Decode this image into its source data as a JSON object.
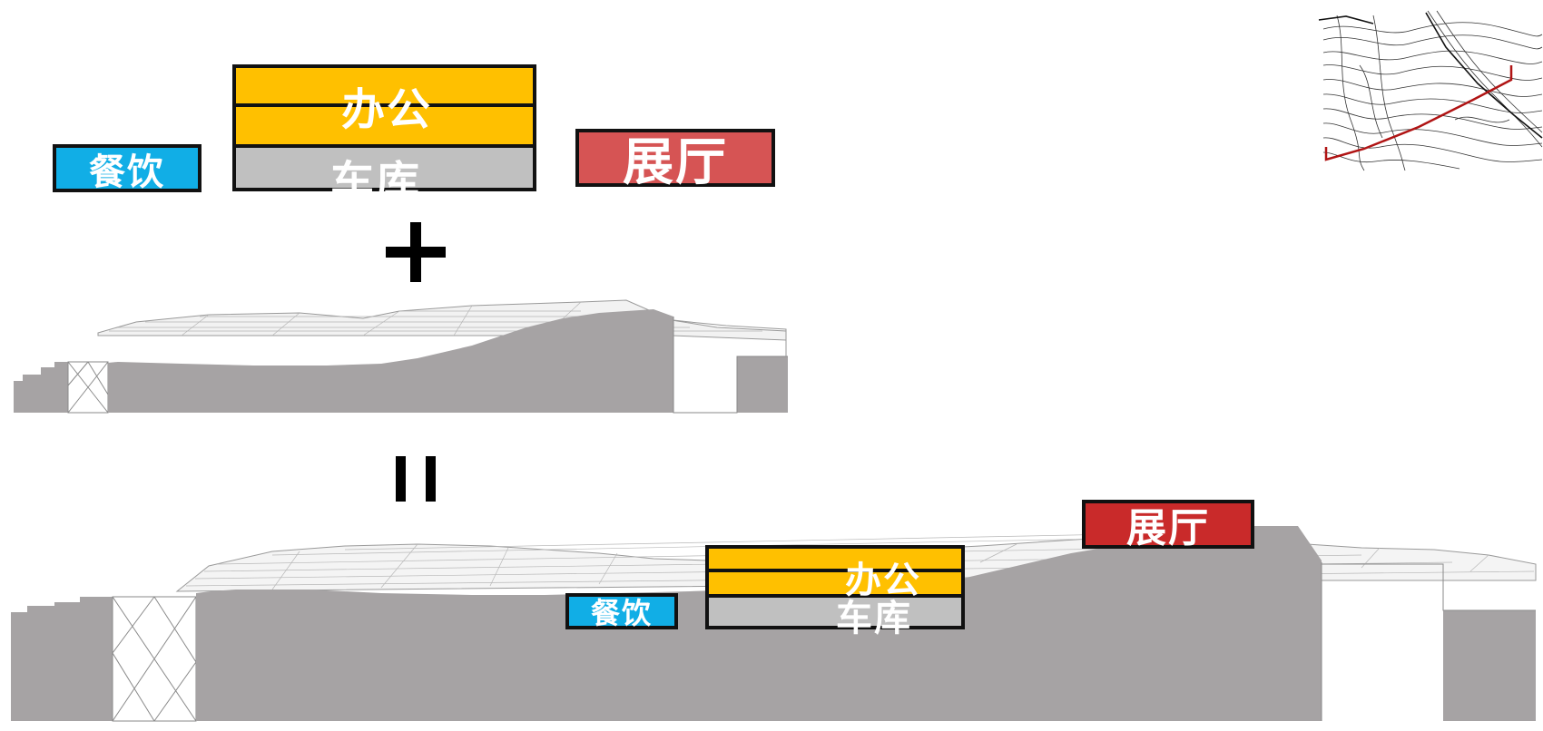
{
  "labels": {
    "catering": "餐饮",
    "office": "办公",
    "garage": "车库",
    "hall": "展厅"
  },
  "operators": {
    "plus": "+",
    "equals": "="
  },
  "colors": {
    "catering": "#11aee6",
    "office": "#ffc000",
    "garage": "#c0c0c0",
    "hall_top": "#d65454",
    "hall_bottom": "#c92a2a",
    "terrain": "#a6a3a4",
    "section_line": "#b01414"
  },
  "icons": {
    "site_plan": "contour-site-plan-icon"
  }
}
